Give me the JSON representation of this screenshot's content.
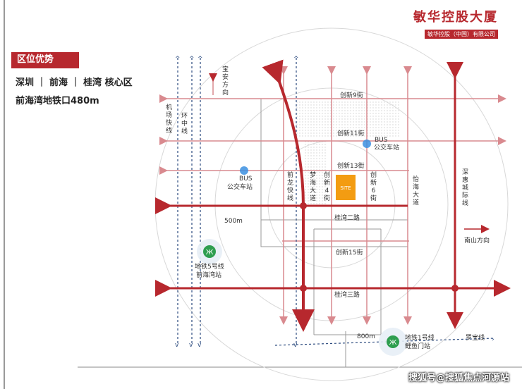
{
  "brand": {
    "name": "敏华控股大厦",
    "subname": "敏华控股（中国）有限公司"
  },
  "panel": {
    "title": "区位优势",
    "area": "深圳 ｜ 前海 ｜ 桂湾 核心区",
    "metro": "前海湾地铁口480m"
  },
  "roads": {
    "jichang": "机场快线",
    "huanzhong": "环中线",
    "qianlong": "前龙快线",
    "menghai": "梦海大道",
    "chuangxin4": "创新4街",
    "chuangxin6": "创新6街",
    "yihai": "怡海大道",
    "shenhui": "深惠城际线",
    "cx9": "创新9街",
    "cx11": "创新11街",
    "cx13": "创新13街",
    "cx15": "创新15街",
    "guiwan2": "桂湾二路",
    "guiwan3": "桂湾三路",
    "luobao": "罗宝线"
  },
  "directions": {
    "baoan": "宝安方向",
    "nanshan": "南山方向"
  },
  "site": {
    "label": "SITE",
    "color": "#f39c12"
  },
  "bus_stops": [
    {
      "bus": "BUS",
      "label": "公交车站"
    },
    {
      "bus": "BUS",
      "label": "公交车站"
    }
  ],
  "metro_stations": [
    {
      "line": "地铁5号线",
      "name": "前海湾站",
      "icon": "metro-logo-icon"
    },
    {
      "line": "地铁1号线",
      "name": "鲤鱼门站",
      "icon": "metro-logo-icon"
    }
  ],
  "distances": {
    "d500": "500m",
    "d800": "800m"
  },
  "watermark": "搜狐号@搜狐焦点河源站",
  "colors": {
    "accent": "#b7282e",
    "road_light": "#c8c8c8",
    "metro_line": "#2b4a7e",
    "bus": "#3b8fe0",
    "metro_green": "#2e9e4f"
  }
}
